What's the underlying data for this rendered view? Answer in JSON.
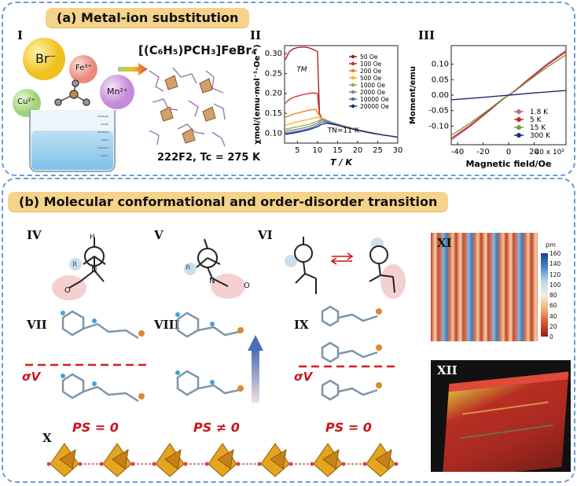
{
  "panel_a": {
    "title": "(a) Metal-ion substitution",
    "label_I": "I",
    "ions": {
      "br": "Br⁻",
      "fe": "Fe³⁺",
      "cu": "Cu²⁺",
      "mn": "Mn²⁺"
    },
    "formula": "[(C₆H₅)PCH₃]FeBr₄",
    "compound": "222F2, Tc = 275 K",
    "label_II": "II",
    "label_III": "III"
  },
  "chart_II": {
    "type": "line",
    "xlabel": "T / K",
    "ylabel": "χmol/(emu·mol⁻¹·Oe⁻¹)",
    "x_ticks": [
      5,
      10,
      15,
      20,
      25,
      30
    ],
    "y_ticks": [
      0.1,
      0.15,
      0.2,
      0.25,
      0.3
    ],
    "xlim": [
      1.8,
      30
    ],
    "ylim": [
      0.075,
      0.32
    ],
    "legend_position": "top-right",
    "annotations": [
      "TM",
      "TN=11 K"
    ],
    "series": [
      {
        "name": "50 Oe",
        "color": "#a31418",
        "points": [
          [
            2,
            0.285
          ],
          [
            3,
            0.305
          ],
          [
            4,
            0.312
          ],
          [
            5,
            0.315
          ],
          [
            6,
            0.316
          ],
          [
            7,
            0.316
          ],
          [
            8,
            0.314
          ],
          [
            9,
            0.31
          ],
          [
            10,
            0.305
          ],
          [
            10.5,
            0.15
          ],
          [
            11,
            0.138
          ],
          [
            12,
            0.133
          ],
          [
            14,
            0.126
          ],
          [
            16,
            0.12
          ],
          [
            18,
            0.114
          ],
          [
            20,
            0.109
          ],
          [
            22,
            0.104
          ],
          [
            24,
            0.1
          ],
          [
            26,
            0.096
          ],
          [
            28,
            0.093
          ],
          [
            30,
            0.09
          ]
        ]
      },
      {
        "name": "100 Oe",
        "color": "#d12a2a",
        "points": [
          [
            2,
            0.175
          ],
          [
            3,
            0.185
          ],
          [
            4,
            0.19
          ],
          [
            5,
            0.193
          ],
          [
            6,
            0.196
          ],
          [
            7,
            0.198
          ],
          [
            8,
            0.2
          ],
          [
            9,
            0.201
          ],
          [
            10,
            0.2
          ],
          [
            10.5,
            0.145
          ],
          [
            11,
            0.137
          ],
          [
            12,
            0.132
          ],
          [
            14,
            0.126
          ],
          [
            16,
            0.12
          ],
          [
            18,
            0.114
          ],
          [
            20,
            0.109
          ],
          [
            22,
            0.104
          ],
          [
            24,
            0.1
          ],
          [
            26,
            0.096
          ],
          [
            28,
            0.093
          ],
          [
            30,
            0.09
          ]
        ]
      },
      {
        "name": "200 Oe",
        "color": "#ef7a1a",
        "points": [
          [
            2,
            0.14
          ],
          [
            4,
            0.148
          ],
          [
            6,
            0.153
          ],
          [
            8,
            0.158
          ],
          [
            9.5,
            0.16
          ],
          [
            10.5,
            0.145
          ],
          [
            11,
            0.137
          ],
          [
            12,
            0.132
          ],
          [
            14,
            0.126
          ],
          [
            16,
            0.12
          ],
          [
            18,
            0.114
          ],
          [
            20,
            0.109
          ],
          [
            22,
            0.104
          ],
          [
            24,
            0.1
          ],
          [
            26,
            0.096
          ],
          [
            28,
            0.093
          ],
          [
            30,
            0.09
          ]
        ]
      },
      {
        "name": "500 Oe",
        "color": "#f2b52b",
        "points": [
          [
            2,
            0.12
          ],
          [
            4,
            0.126
          ],
          [
            6,
            0.131
          ],
          [
            8,
            0.135
          ],
          [
            10,
            0.14
          ],
          [
            11,
            0.137
          ],
          [
            12,
            0.132
          ],
          [
            14,
            0.126
          ],
          [
            16,
            0.12
          ],
          [
            18,
            0.114
          ],
          [
            20,
            0.109
          ],
          [
            22,
            0.104
          ],
          [
            24,
            0.1
          ],
          [
            26,
            0.096
          ],
          [
            28,
            0.093
          ],
          [
            30,
            0.09
          ]
        ]
      },
      {
        "name": "1000 Oe",
        "color": "#a5a83a",
        "points": [
          [
            2,
            0.11
          ],
          [
            4,
            0.114
          ],
          [
            6,
            0.118
          ],
          [
            8,
            0.123
          ],
          [
            10,
            0.13
          ],
          [
            11,
            0.135
          ],
          [
            12,
            0.132
          ],
          [
            14,
            0.126
          ],
          [
            16,
            0.12
          ],
          [
            18,
            0.114
          ],
          [
            20,
            0.109
          ],
          [
            22,
            0.104
          ],
          [
            24,
            0.1
          ],
          [
            26,
            0.096
          ],
          [
            28,
            0.093
          ],
          [
            30,
            0.09
          ]
        ]
      },
      {
        "name": "2000 Oe",
        "color": "#6f8c96",
        "points": [
          [
            2,
            0.105
          ],
          [
            4,
            0.108
          ],
          [
            6,
            0.112
          ],
          [
            8,
            0.117
          ],
          [
            10,
            0.125
          ],
          [
            11,
            0.133
          ],
          [
            12,
            0.131
          ],
          [
            14,
            0.125
          ],
          [
            16,
            0.119
          ],
          [
            18,
            0.113
          ],
          [
            20,
            0.108
          ],
          [
            22,
            0.104
          ],
          [
            24,
            0.1
          ],
          [
            26,
            0.096
          ],
          [
            28,
            0.093
          ],
          [
            30,
            0.09
          ]
        ]
      },
      {
        "name": "10000 Oe",
        "color": "#3f6db0",
        "points": [
          [
            2,
            0.1
          ],
          [
            4,
            0.103
          ],
          [
            6,
            0.107
          ],
          [
            8,
            0.112
          ],
          [
            10,
            0.12
          ],
          [
            11,
            0.128
          ],
          [
            12,
            0.129
          ],
          [
            14,
            0.124
          ],
          [
            16,
            0.118
          ],
          [
            18,
            0.113
          ],
          [
            20,
            0.108
          ],
          [
            22,
            0.103
          ],
          [
            24,
            0.099
          ],
          [
            26,
            0.096
          ],
          [
            28,
            0.093
          ],
          [
            30,
            0.09
          ]
        ]
      },
      {
        "name": "20000 Oe",
        "color": "#1a2a6b",
        "points": [
          [
            2,
            0.097
          ],
          [
            4,
            0.1
          ],
          [
            6,
            0.104
          ],
          [
            8,
            0.109
          ],
          [
            10,
            0.116
          ],
          [
            11,
            0.122
          ],
          [
            12,
            0.125
          ],
          [
            14,
            0.122
          ],
          [
            16,
            0.117
          ],
          [
            18,
            0.112
          ],
          [
            20,
            0.107
          ],
          [
            22,
            0.103
          ],
          [
            24,
            0.099
          ],
          [
            26,
            0.096
          ],
          [
            28,
            0.093
          ],
          [
            30,
            0.09
          ]
        ]
      }
    ]
  },
  "chart_III": {
    "type": "line",
    "xlabel": "Magnetic field/Oe",
    "ylabel": "Moment/emu",
    "x_ticks": [
      "-40",
      "-20",
      "0",
      "20"
    ],
    "x_multiplier": "40 x 10²",
    "y_ticks": [
      0.1,
      0.05,
      0.0,
      -0.05,
      -0.1
    ],
    "xlim": [
      -45,
      45
    ],
    "ylim": [
      -0.16,
      0.16
    ],
    "legend_position": "bottom-right",
    "series": [
      {
        "name": "1.8 K",
        "color": "#b06aa0",
        "points": [
          [
            -45,
            -0.145
          ],
          [
            -30,
            -0.1
          ],
          [
            -15,
            -0.05
          ],
          [
            -5,
            -0.015
          ],
          [
            0,
            0
          ],
          [
            5,
            0.015
          ],
          [
            15,
            0.05
          ],
          [
            30,
            0.1
          ],
          [
            45,
            0.145
          ]
        ]
      },
      {
        "name": "5 K",
        "color": "#c52222",
        "points": [
          [
            -45,
            -0.14
          ],
          [
            -30,
            -0.097
          ],
          [
            -15,
            -0.048
          ],
          [
            -5,
            -0.014
          ],
          [
            0,
            0
          ],
          [
            5,
            0.014
          ],
          [
            15,
            0.048
          ],
          [
            30,
            0.097
          ],
          [
            45,
            0.14
          ]
        ]
      },
      {
        "name": "15 K",
        "color": "#7a9a3a",
        "points": [
          [
            -45,
            -0.13
          ],
          [
            -30,
            -0.09
          ],
          [
            -15,
            -0.045
          ],
          [
            -5,
            -0.013
          ],
          [
            0,
            0
          ],
          [
            5,
            0.013
          ],
          [
            15,
            0.045
          ],
          [
            30,
            0.09
          ],
          [
            45,
            0.13
          ]
        ]
      },
      {
        "name": "300 K",
        "color": "#1c2a7a",
        "points": [
          [
            -45,
            -0.015
          ],
          [
            -20,
            -0.007
          ],
          [
            0,
            0
          ],
          [
            20,
            0.007
          ],
          [
            45,
            0.015
          ]
        ]
      }
    ]
  },
  "panel_b": {
    "title": "(b) Molecular conformational and order-disorder transition",
    "labels": {
      "IV": "IV",
      "V": "V",
      "VI": "VI",
      "VII": "VII",
      "VIII": "VIII",
      "IX": "IX",
      "X": "X",
      "XI": "XI",
      "XII": "XII"
    },
    "newman_atoms": {
      "H": "H",
      "N": "N",
      "O": "O",
      "R": "R"
    },
    "sigma": "σV",
    "ps_zero": "PS = 0",
    "ps_nonzero": "PS ≠ 0",
    "colorbar_unit": "pm",
    "colorbar_ticks": [
      160,
      140,
      120,
      100,
      80,
      60,
      40,
      20,
      0
    ]
  }
}
